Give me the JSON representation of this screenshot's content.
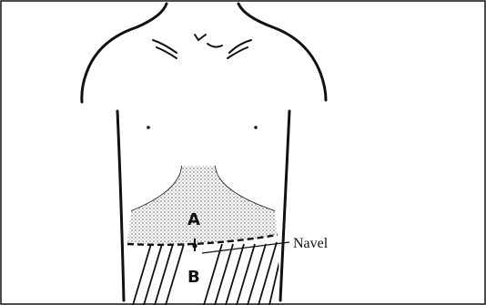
{
  "diagram": {
    "region_a_label": "A",
    "region_b_label": "B",
    "callout_label": "Navel"
  },
  "colors": {
    "ink": "#111111",
    "background": "#ffffff",
    "stipple": "#555555"
  }
}
